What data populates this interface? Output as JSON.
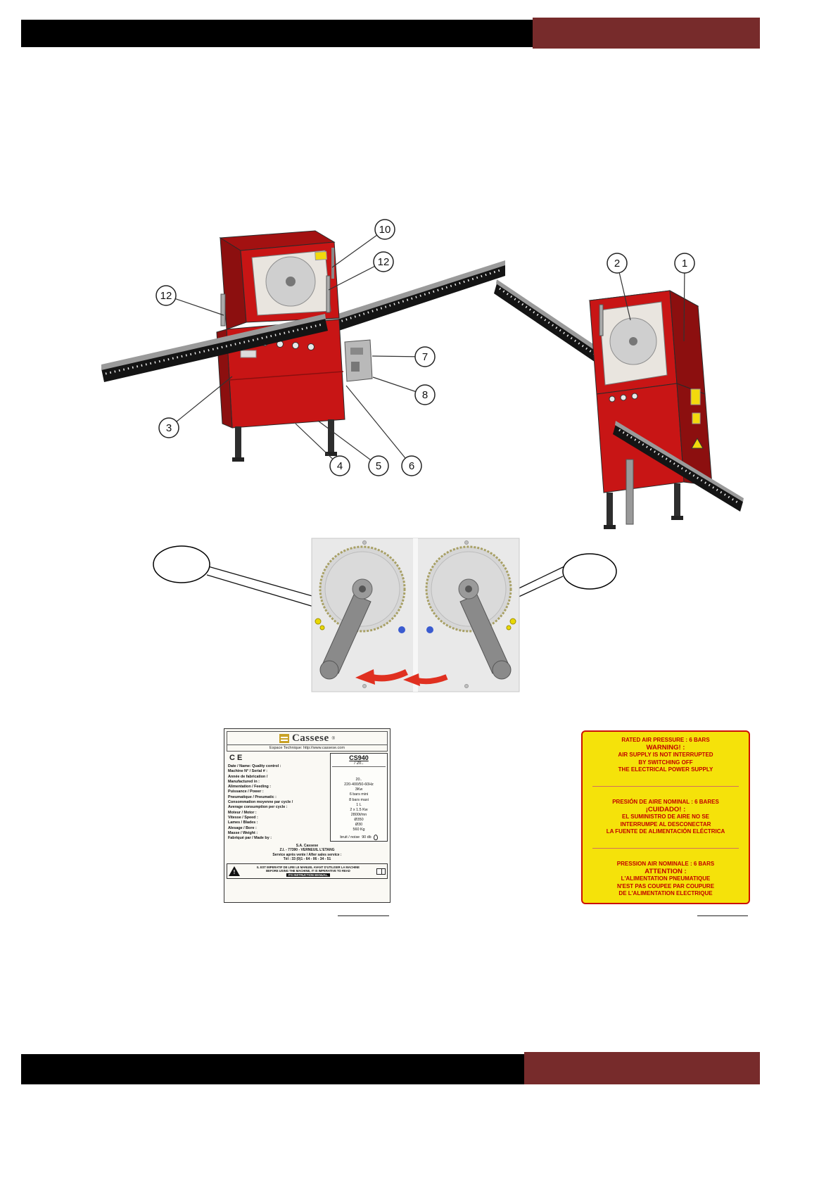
{
  "figures": {
    "left": {
      "callouts": [
        "10",
        "12",
        "12",
        "7",
        "8",
        "3",
        "4",
        "5",
        "6"
      ]
    },
    "right": {
      "callouts": [
        "2",
        "1"
      ]
    }
  },
  "icons": {
    "warning_mark": "!"
  },
  "nameplate": {
    "brand": "Cassese",
    "brand_reg": "®",
    "tech_line": "Espace Technique: http://www.cassese.com",
    "ce": "CE",
    "model": "CS940",
    "model_sub": "/ 20..",
    "labels": [
      "Date / Name: Quality control :",
      "Machine N° / Serial # :",
      "Année de fabrication /",
      "Manufactured in :",
      "Alimentation / Feeding :",
      "Puissance / Power :",
      "Pneumatique / Pneumatic :",
      "Consommation moyenne par cycle /",
      "Average consumption per cycle :",
      "Moteur / Motor :",
      "Vitesse / Speed :",
      "Lames / Blades :",
      "Alesage / Bore :",
      "Masse / Weight :",
      "Fabriqué par / Made by :"
    ],
    "values": [
      "",
      "",
      "20..",
      "220-400/50-60Hz",
      "3Kw",
      "6 bars mini",
      "8 bars maxi",
      "1 L",
      "2 x 1.5 Kw",
      "2800t/mn",
      "Ø350",
      "Ø30",
      "560 Kg"
    ],
    "noise_label": "bruit / noise",
    "noise_value": "90 db",
    "maker": "S.A. Cassese",
    "address": "Z.I. - 77390 - VERNEUIL L'ETANG",
    "service": "Service après vente / After sales service :",
    "phone": "Tél : 33 (0)1 - 64 - 06 - 34 - 51",
    "warn1": "IL EST IMPERATIF DE LIRE LE MANUEL AVANT D'UTILISER LA MACHINE",
    "warn2": "BEFORE USING THE MACHINE, IT IS IMPERATIVE TO READ",
    "warn3": "ITS INSTRUCTION MANUAL."
  },
  "air_label": {
    "sections": [
      {
        "lines": [
          "RATED AIR PRESSURE : 6 BARS",
          "WARNING! :",
          "AIR SUPPLY IS NOT INTERRUPTED",
          "BY SWITCHING OFF",
          "THE ELECTRICAL POWER SUPPLY"
        ]
      },
      {
        "lines": [
          "PRESIÓN DE AIRE NOMINAL : 6 BARES",
          "¡CUIDADO! :",
          "EL SUMINISTRO DE AIRE NO SE",
          "INTERRUMPE AL DESCONECTAR",
          "LA FUENTE DE ALIMENTACIÓN ELÉCTRICA"
        ]
      },
      {
        "lines": [
          "PRESSION AIR NOMINALE : 6 BARS",
          "ATTENTION :",
          "L'ALIMENTATION PNEUMATIQUE",
          "N'EST PAS COUPEE PAR COUPURE",
          "DE L'ALIMENTATION ELECTRIQUE"
        ]
      }
    ]
  }
}
